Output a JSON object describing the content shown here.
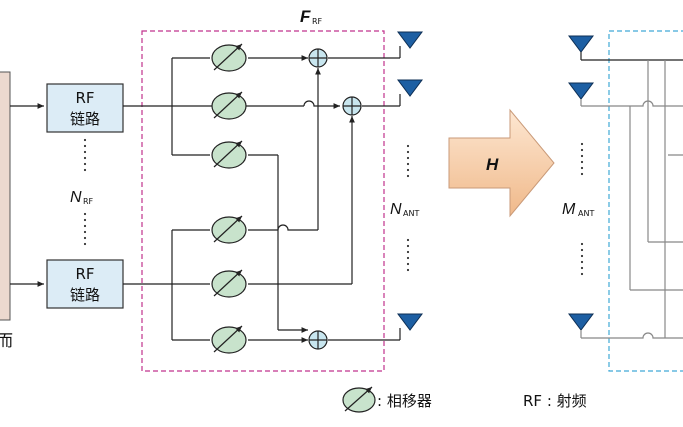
{
  "diagram": {
    "rf_chain_top": {
      "line1": "RF",
      "line2": "链路"
    },
    "rf_chain_bottom": {
      "line1": "RF",
      "line2": "链路"
    },
    "n_rf": {
      "main": "N",
      "sub": "RF"
    },
    "f_rf": {
      "main": "F",
      "sub": "RF"
    },
    "n_ant": {
      "main": "N",
      "sub": "ANT"
    },
    "m_ant": {
      "main": "M",
      "sub": "ANT"
    },
    "channel": "H",
    "left_partial_text": "而",
    "legend_phase_shifter": ": 相移器",
    "legend_rf": "RF : 射频",
    "colors": {
      "rf_box_fill": "#dcecf6",
      "baseband_fill": "#ecd9cf",
      "phase_shifter_fill": "#c8e3cc",
      "combiner_fill": "#c8e6ef",
      "antenna_fill": "#1d5fa3",
      "analog_box_border": "#c0338d",
      "rx_box_border": "#40a9d6",
      "arrow_fill": "#f5c9a3"
    }
  }
}
